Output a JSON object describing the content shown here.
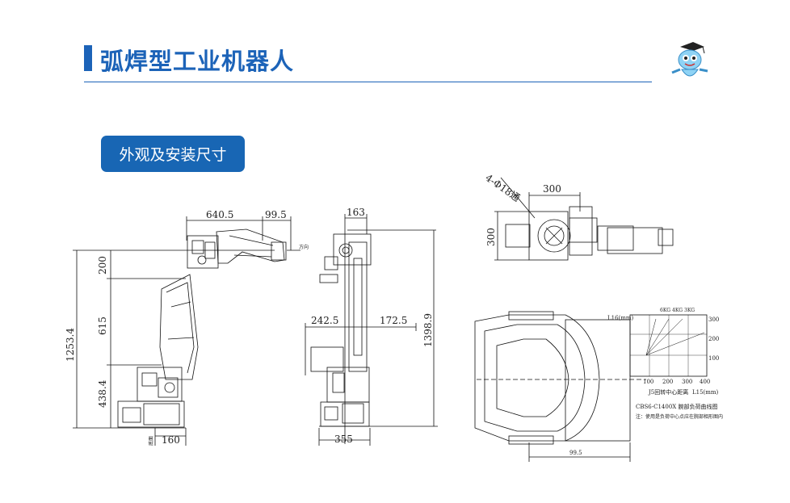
{
  "header": {
    "title": "弧焊型工业机器人",
    "accent_color": "#1c63b8",
    "mascot_icon": "mascot-doctor-icon"
  },
  "section": {
    "label": "外观及安装尺寸"
  },
  "side_view": {
    "dim_top_1": "640.5",
    "dim_top_2": "99.5",
    "dim_200": "200",
    "dim_615": "615",
    "dim_1253": "1253.4",
    "dim_438": "438.4",
    "dim_160": "160",
    "arrow_label": "方向",
    "base_label": "底面"
  },
  "front_view": {
    "dim_163": "163",
    "dim_242": "242.5",
    "dim_172": "172.5",
    "dim_1398": "1398.9",
    "dim_355": "355"
  },
  "top_view": {
    "hole_label": "4-Φ18通",
    "dim_300_h": "300",
    "dim_300_v": "300"
  },
  "load_chart": {
    "y_axis_label": "L16(mm)",
    "x_axis_label": "L15(mm)",
    "curve_labels": [
      "6KG",
      "4KG",
      "3KG"
    ],
    "y_ticks": [
      "300",
      "200",
      "100"
    ],
    "x_ticks": [
      "100",
      "200",
      "300",
      "400"
    ],
    "x_caption": "J5回转中心距离",
    "caption": "CBS6-C1400X 腕部负荷曲线图",
    "note": "注：使用是负荷中心点应在腕部相形图内",
    "dim_bottom": "99.5"
  }
}
